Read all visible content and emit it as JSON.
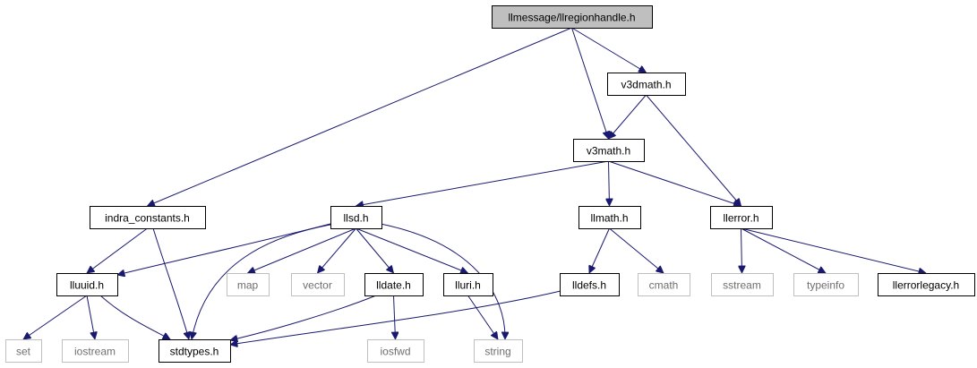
{
  "diagram": {
    "type": "include-dependency-graph",
    "nodes": [
      {
        "id": "llregionhandle",
        "label": "llmessage/llregionhandle.h",
        "kind": "root"
      },
      {
        "id": "v3dmath",
        "label": "v3dmath.h",
        "kind": "normal"
      },
      {
        "id": "v3math",
        "label": "v3math.h",
        "kind": "normal"
      },
      {
        "id": "indra_constants",
        "label": "indra_constants.h",
        "kind": "normal"
      },
      {
        "id": "llsd",
        "label": "llsd.h",
        "kind": "normal"
      },
      {
        "id": "llmath",
        "label": "llmath.h",
        "kind": "normal"
      },
      {
        "id": "llerror",
        "label": "llerror.h",
        "kind": "normal"
      },
      {
        "id": "lluuid",
        "label": "lluuid.h",
        "kind": "normal"
      },
      {
        "id": "map",
        "label": "map",
        "kind": "external"
      },
      {
        "id": "vector",
        "label": "vector",
        "kind": "external"
      },
      {
        "id": "lldate",
        "label": "lldate.h",
        "kind": "normal"
      },
      {
        "id": "lluri",
        "label": "lluri.h",
        "kind": "normal"
      },
      {
        "id": "lldefs",
        "label": "lldefs.h",
        "kind": "normal"
      },
      {
        "id": "cmath",
        "label": "cmath",
        "kind": "external"
      },
      {
        "id": "sstream",
        "label": "sstream",
        "kind": "external"
      },
      {
        "id": "typeinfo",
        "label": "typeinfo",
        "kind": "external"
      },
      {
        "id": "llerrorlegacy",
        "label": "llerrorlegacy.h",
        "kind": "normal"
      },
      {
        "id": "set",
        "label": "set",
        "kind": "external"
      },
      {
        "id": "iostream",
        "label": "iostream",
        "kind": "external"
      },
      {
        "id": "stdtypes",
        "label": "stdtypes.h",
        "kind": "normal"
      },
      {
        "id": "iosfwd",
        "label": "iosfwd",
        "kind": "external"
      },
      {
        "id": "string",
        "label": "string",
        "kind": "external"
      }
    ],
    "edges": [
      {
        "from": "llregionhandle",
        "to": "indra_constants"
      },
      {
        "from": "llregionhandle",
        "to": "v3math"
      },
      {
        "from": "llregionhandle",
        "to": "v3dmath"
      },
      {
        "from": "v3dmath",
        "to": "v3math"
      },
      {
        "from": "v3dmath",
        "to": "llerror"
      },
      {
        "from": "v3math",
        "to": "llsd"
      },
      {
        "from": "v3math",
        "to": "llmath"
      },
      {
        "from": "v3math",
        "to": "llerror"
      },
      {
        "from": "indra_constants",
        "to": "lluuid"
      },
      {
        "from": "indra_constants",
        "to": "stdtypes"
      },
      {
        "from": "llsd",
        "to": "lluuid"
      },
      {
        "from": "llsd",
        "to": "stdtypes"
      },
      {
        "from": "llsd",
        "to": "map"
      },
      {
        "from": "llsd",
        "to": "vector"
      },
      {
        "from": "llsd",
        "to": "lldate"
      },
      {
        "from": "llsd",
        "to": "lluri"
      },
      {
        "from": "llsd",
        "to": "string"
      },
      {
        "from": "llmath",
        "to": "lldefs"
      },
      {
        "from": "llmath",
        "to": "cmath"
      },
      {
        "from": "llerror",
        "to": "sstream"
      },
      {
        "from": "llerror",
        "to": "typeinfo"
      },
      {
        "from": "llerror",
        "to": "llerrorlegacy"
      },
      {
        "from": "lluuid",
        "to": "set"
      },
      {
        "from": "lluuid",
        "to": "iostream"
      },
      {
        "from": "lluuid",
        "to": "stdtypes"
      },
      {
        "from": "lldate",
        "to": "stdtypes"
      },
      {
        "from": "lldate",
        "to": "iosfwd"
      },
      {
        "from": "lluri",
        "to": "string"
      },
      {
        "from": "lldefs",
        "to": "stdtypes"
      }
    ],
    "colors": {
      "edge": "#191970",
      "root_fill": "#bfbfbf",
      "node_border": "#000000",
      "external_border": "#bfbfbf",
      "external_text": "#6e6e6e"
    }
  }
}
